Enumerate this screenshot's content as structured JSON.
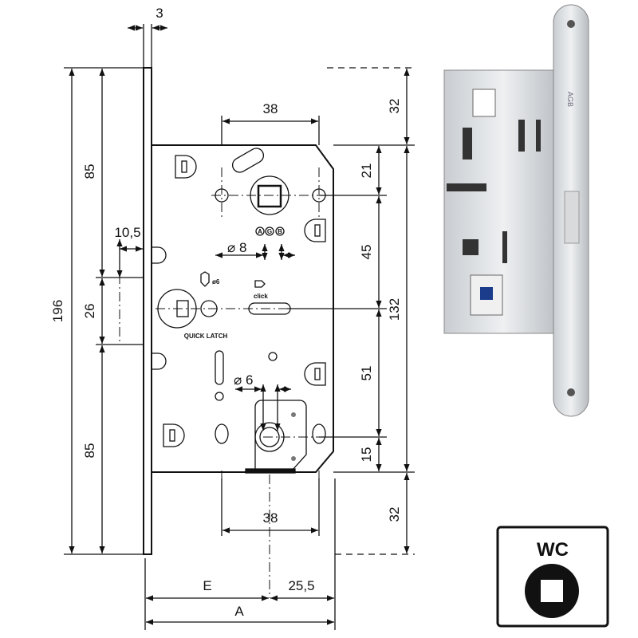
{
  "dimensions": {
    "top_thickness": "3",
    "total_height": "196",
    "upper_85": "85",
    "middle_26": "26",
    "lower_85": "85",
    "latch_offset": "10,5",
    "top_spindle_spacing": "38",
    "bottom_spindle_spacing": "38",
    "top_32": "32",
    "dim_21": "21",
    "dim_45": "45",
    "body_132": "132",
    "dim_51": "51",
    "dim_15": "15",
    "bottom_32": "32",
    "spindle_8": "8",
    "spindle_6": "6",
    "backset_E": "E",
    "dim_25_5": "25,5",
    "total_A": "A"
  },
  "annotations": {
    "diameter_symbol": "⌀",
    "agb": [
      "A",
      "G",
      "B"
    ],
    "o6": "ø6",
    "click": "click",
    "quick_latch": "QUICK LATCH"
  },
  "badge": {
    "label": "WC"
  },
  "photo": {
    "brand_mark": "AGB"
  }
}
